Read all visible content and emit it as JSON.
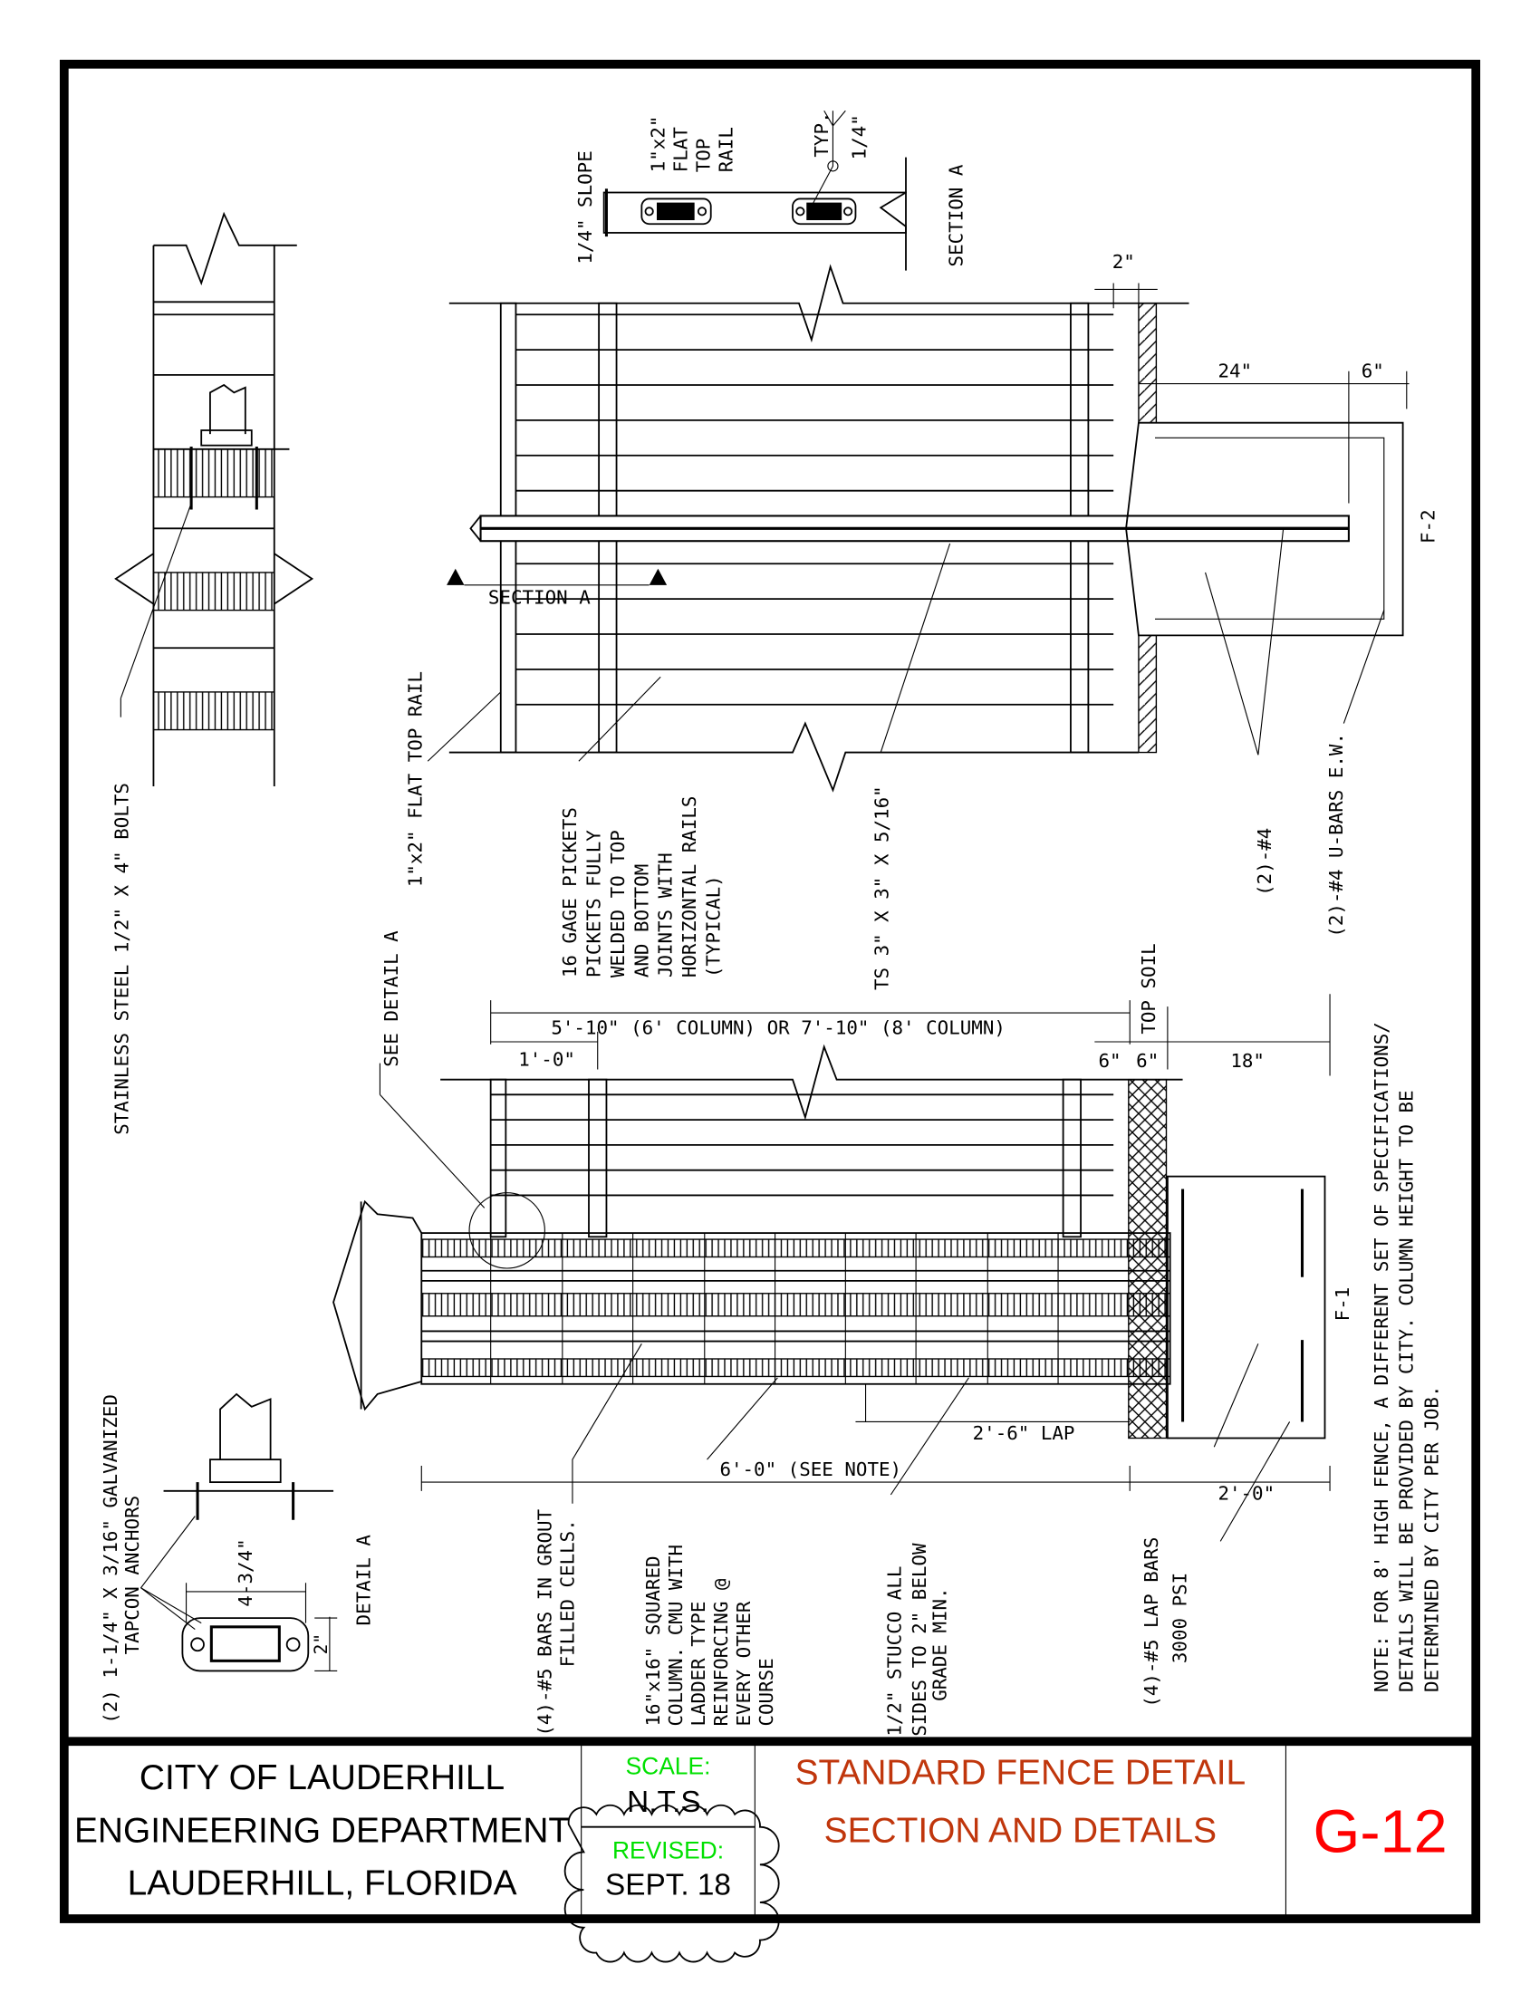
{
  "colors": {
    "line": "#000000",
    "scale_label": "#00e000",
    "title": "#c0360c",
    "sheet_number": "#ff0000"
  },
  "wall_detail": {
    "bolts_note": "STAINLESS STEEL 1/2\" X 4\" BOLTS"
  },
  "section_a": {
    "slope": "1/4\" SLOPE",
    "rail_lines": [
      "1\"x2\"",
      "FLAT",
      "TOP",
      "RAIL"
    ],
    "typ": "TYP.",
    "weld": "1/4\"",
    "title": "SECTION A",
    "cut_label": "SECTION A"
  },
  "plan": {
    "dim_2": "2\"",
    "dim_24": "24\"",
    "dim_6": "6\"",
    "see_detail": "SEE DETAIL A",
    "flat_top_rail": "1\"x2\" FLAT TOP RAIL",
    "pickets_lines": [
      "16 GAGE PICKETS",
      "PICKETS FULLY",
      "WELDED TO TOP",
      "AND BOTTOM",
      "JOINTS WITH",
      "HORIZONTAL RAILS",
      "(TYPICAL)"
    ],
    "ts": "TS 3\" X 3\" X 5/16\"",
    "top_soil": "TOP SOIL",
    "bars_2_4": "(2)-#4",
    "ubars": "(2)-#4 U-BARS E.W.",
    "footing_f2": "F-2"
  },
  "elevation": {
    "dim_overall": "5'-10\" (6' COLUMN) OR 7'-10\" (8' COLUMN)",
    "dim_1_0": "1'-0\"",
    "dim_6a": "6\"",
    "dim_6b": "6\"",
    "dim_18": "18\"",
    "footing_f1": "F-1",
    "lap": "2'-6\" LAP",
    "dim_6_0": "6'-0\" (SEE NOTE)",
    "dim_2_0": "2'-0\""
  },
  "detail_a": {
    "anchors_lines": [
      "(2) 1-1/4\" X 3/16\" GALVANIZED",
      "TAPCON ANCHORS"
    ],
    "dim_width": "4-3/4\"",
    "dim_height": "2\"",
    "title": "DETAIL A"
  },
  "callouts": {
    "bars_lines": [
      "(4)-#5 BARS IN GROUT",
      "FILLED CELLS."
    ],
    "column_lines": [
      "16\"x16\" SQUARED",
      "COLUMN. CMU WITH",
      "LADDER TYPE",
      "REINFORCING @",
      "EVERY OTHER",
      "COURSE"
    ],
    "stucco_lines": [
      "1/2\" STUCCO ALL",
      "SIDES TO 2\" BELOW",
      "GRADE MIN."
    ],
    "lap_bars_lines": [
      "(4)-#5 LAP BARS",
      "3000 PSI"
    ]
  },
  "note_lines": [
    "NOTE:  FOR 8' HIGH FENCE, A DIFFERENT SET OF SPECIFICATIONS/",
    "DETAILS WILL BE PROVIDED BY CITY.  COLUMN HEIGHT TO BE",
    "DETERMINED BY CITY PER JOB."
  ],
  "title_block": {
    "agency_lines": [
      "CITY OF LAUDERHILL",
      "ENGINEERING DEPARTMENT",
      "LAUDERHILL, FLORIDA"
    ],
    "scale_label": "SCALE:",
    "scale_value": "N.T.S.",
    "revised_label": "REVISED:",
    "revised_value": "SEPT. 18",
    "title_lines": [
      "STANDARD FENCE DETAIL",
      "SECTION AND DETAILS"
    ],
    "sheet_number": "G-12"
  }
}
